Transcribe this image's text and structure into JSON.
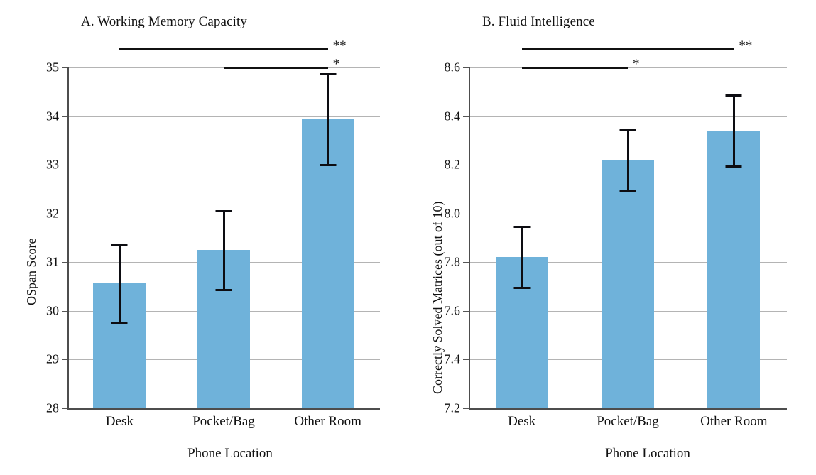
{
  "chart_data": [
    {
      "id": "panel-a",
      "type": "bar",
      "title": "A. Working Memory Capacity",
      "xlabel": "Phone Location",
      "ylabel": "OSpan Score",
      "categories": [
        "Desk",
        "Pocket/Bag",
        "Other Room"
      ],
      "values": [
        30.57,
        31.25,
        33.93
      ],
      "error_low": [
        29.73,
        30.4,
        32.97
      ],
      "error_high": [
        31.38,
        32.07,
        34.88
      ],
      "ylim": [
        28,
        35
      ],
      "yticks": [
        35,
        34,
        33,
        32,
        31,
        30,
        29,
        28
      ],
      "ytick_labels": [
        "35",
        "34",
        "33",
        "32",
        "31",
        "30",
        "29",
        "28"
      ],
      "grid": true,
      "legend": "none",
      "bar_color": "#6fb2da",
      "annotations": [
        {
          "label": "**",
          "from": "Desk",
          "to": "Other Room",
          "level": 1
        },
        {
          "label": "*",
          "from": "Pocket/Bag",
          "to": "Other Room",
          "level": 2
        }
      ]
    },
    {
      "id": "panel-b",
      "type": "bar",
      "title": "B. Fluid Intelligence",
      "xlabel": "Phone Location",
      "ylabel": "Correctly Solved Matrices (out of 10)",
      "categories": [
        "Desk",
        "Pocket/Bag",
        "Other Room"
      ],
      "values": [
        7.82,
        8.22,
        8.34
      ],
      "error_low": [
        7.69,
        8.09,
        8.19
      ],
      "error_high": [
        7.95,
        8.35,
        8.49
      ],
      "ylim": [
        7.2,
        8.6
      ],
      "yticks": [
        8.6,
        8.4,
        8.2,
        8.0,
        7.8,
        7.6,
        7.4,
        7.2
      ],
      "ytick_labels": [
        "8.6",
        "8.4",
        "8.2",
        "8.0",
        "7.8",
        "7.6",
        "7.4",
        "7.2"
      ],
      "grid": true,
      "legend": "none",
      "bar_color": "#6fb2da",
      "annotations": [
        {
          "label": "**",
          "from": "Desk",
          "to": "Other Room",
          "level": 1
        },
        {
          "label": "*",
          "from": "Desk",
          "to": "Pocket/Bag",
          "level": 2
        }
      ]
    }
  ]
}
